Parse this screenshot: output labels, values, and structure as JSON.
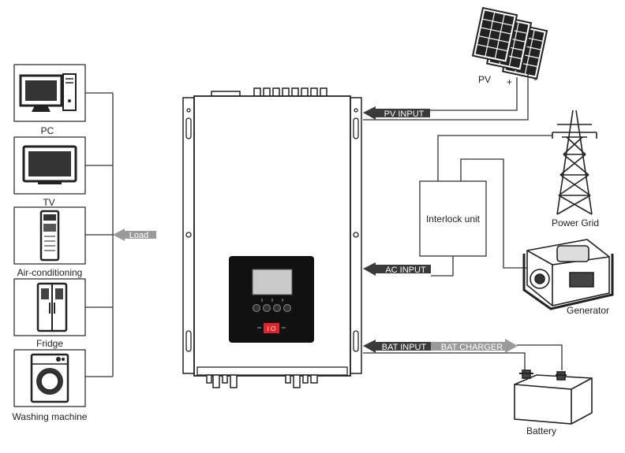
{
  "loads": {
    "pc": "PC",
    "tv": "TV",
    "air_conditioning": "Air-conditioning",
    "fridge": "Fridge",
    "washing_machine": "Washing machine"
  },
  "arrows": {
    "load": "Load",
    "pv_input": "PV INPUT",
    "ac_input": "AC INPUT",
    "bat_input": "BAT INPUT",
    "bat_charger": "BAT CHARGER"
  },
  "sources": {
    "pv": "PV",
    "pv_plus": "+",
    "pv_minus": "-",
    "interlock": "Interlock unit",
    "power_grid": "Power Grid",
    "generator": "Generator",
    "battery": "Battery"
  },
  "inverter": {
    "on_switch": "I O"
  },
  "colors": {
    "line": "#333333",
    "arrow_dark": "#3a3a3a",
    "arrow_gray": "#9a9a9a",
    "panel_black": "#111111",
    "lcd": "#c9c9c9",
    "switch_red": "#e0242a"
  }
}
